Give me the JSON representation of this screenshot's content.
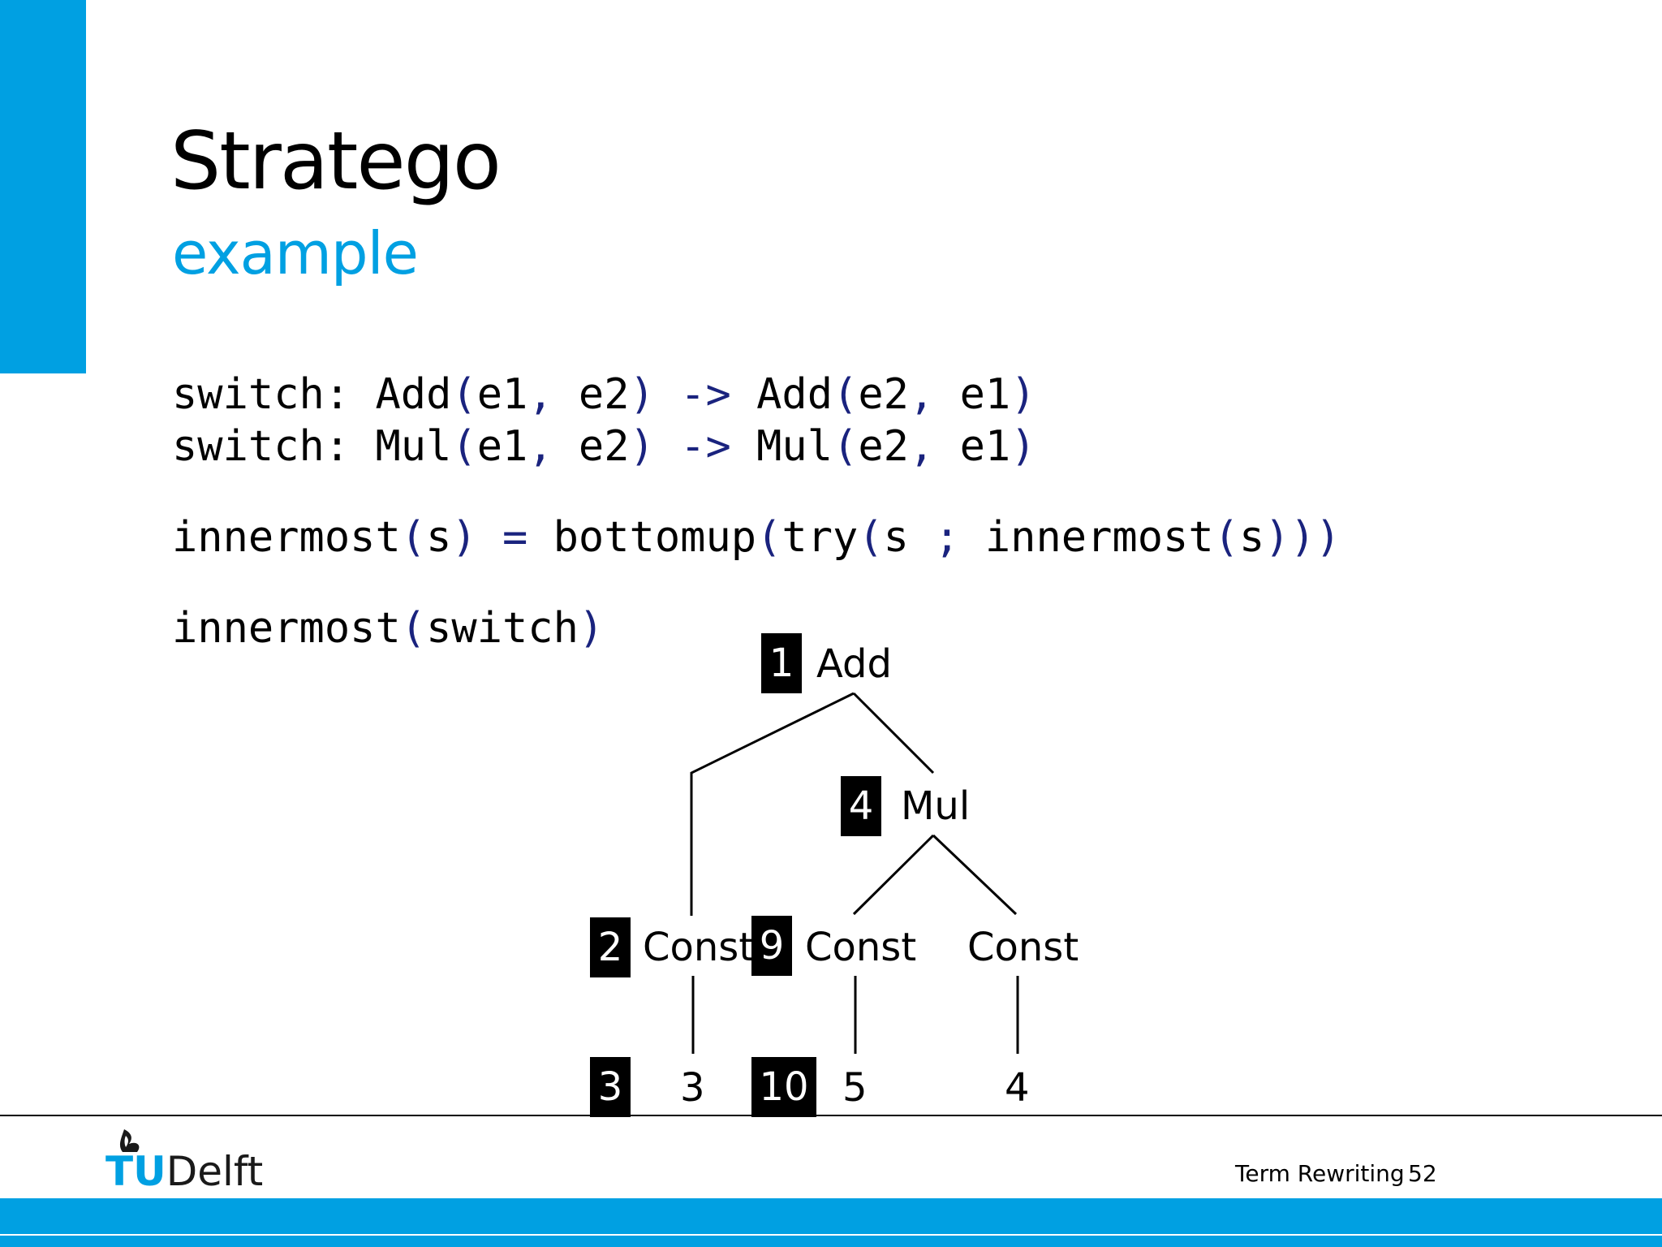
{
  "slide": {
    "title": "Stratego",
    "subtitle": "example"
  },
  "code": {
    "line1": {
      "a": "switch: Add",
      "b": "(",
      "c": "e1",
      "d": ",",
      "e": " e2",
      "f": ")",
      "g": " -> ",
      "h": "Add",
      "i": "(",
      "j": "e2",
      "k": ",",
      "l": " e1",
      "m": ")"
    },
    "line2": {
      "a": "switch: Mul",
      "b": "(",
      "c": "e1",
      "d": ",",
      "e": " e2",
      "f": ")",
      "g": " -> ",
      "h": "Mul",
      "i": "(",
      "j": "e2",
      "k": ",",
      "l": " e1",
      "m": ")"
    },
    "line3": {
      "a": "innermost",
      "b": "(",
      "c": "s",
      "d": ")",
      "e": " = ",
      "f": "bottomup",
      "g": "(",
      "h": "try",
      "i": "(",
      "j": "s ",
      "k": ";",
      "l": " innermost",
      "m": "(",
      "n": "s",
      "o": ")))"
    },
    "line4": {
      "a": "innermost",
      "b": "(",
      "c": "switch",
      "d": ")"
    }
  },
  "tree": {
    "nodes": {
      "add": "Add",
      "mul": "Mul",
      "const_left": "Const",
      "const_mid": "Const",
      "const_right": "Const",
      "val_left": "3",
      "val_mid": "5",
      "val_right": "4"
    },
    "badges": {
      "add": "1",
      "const_left": "2",
      "val_left": "3",
      "mul": "4",
      "const_mid": "9",
      "val_mid": "10"
    }
  },
  "footer": {
    "logo_tu": "TU",
    "logo_delft": "Delft",
    "course": "Term Rewriting",
    "page_number": "52"
  },
  "colors": {
    "accent": "#00a0e2",
    "code_operator": "#1a237e"
  }
}
